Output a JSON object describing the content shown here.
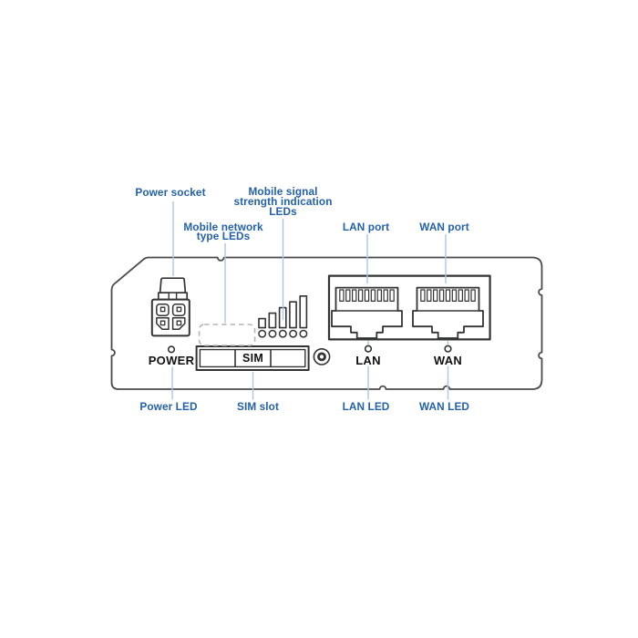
{
  "title": "Router front panel diagram",
  "colors": {
    "callout_text": "#2361aa",
    "leader_line": "#a9c8e8",
    "outline": "#4a4a4a",
    "detail": "#333333",
    "dashed_box": "#b6b6b6",
    "device_label_text": "#111111",
    "background": "#ffffff"
  },
  "callouts": {
    "top": [
      {
        "id": "power-socket",
        "label": "Power socket"
      },
      {
        "id": "mobile-network-type-leds",
        "label": "Mobile network\ntype LEDs"
      },
      {
        "id": "mobile-signal-strength-leds",
        "label": "Mobile signal\nstrength indication\nLEDs"
      },
      {
        "id": "lan-port",
        "label": "LAN port"
      },
      {
        "id": "wan-port",
        "label": "WAN port"
      }
    ],
    "bottom": [
      {
        "id": "power-led",
        "label": "Power LED"
      },
      {
        "id": "sim-slot",
        "label": "SIM slot"
      },
      {
        "id": "lan-led",
        "label": "LAN LED"
      },
      {
        "id": "wan-led",
        "label": "WAN LED"
      }
    ]
  },
  "device": {
    "power_label": "POWER",
    "sim_label": "SIM",
    "lan_label": "LAN",
    "wan_label": "WAN"
  },
  "icons": {
    "power_socket": "4-pin-power-connector-icon",
    "signal_strength": "ascending-bars-icon",
    "reset_button": "concentric-circles-button-icon",
    "ethernet_ports": "rj45-jack-icon"
  }
}
